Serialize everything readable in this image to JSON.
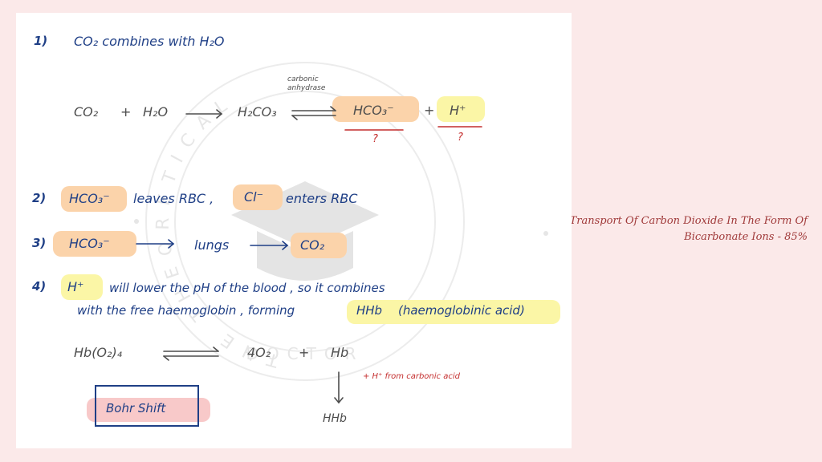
{
  "side_title": "Transport Of Carbon Dioxide In The Form Of Bicarbonate Ions - 85%",
  "watermark": {
    "top_text": "THE THEORETICAL",
    "bottom_text": "DOCTOR"
  },
  "step1": {
    "number": "1)",
    "text": "CO₂  combines  with  H₂O",
    "equation": {
      "co2": "CO₂",
      "plus1": "+",
      "h2o": "H₂O",
      "h2co3": "H₂CO₃",
      "enzyme": "carbonic anhydrase",
      "hco3": "HCO₃⁻",
      "plus2": "+",
      "h": "H⁺",
      "q1": "?",
      "q2": "?"
    }
  },
  "step2": {
    "number": "2)",
    "hco3": "HCO₃⁻",
    "leaves_rbc": "leaves  RBC ,",
    "cl": "Cl⁻",
    "enters_rbc": "enters  RBC"
  },
  "step3": {
    "number": "3)",
    "hco3": "HCO₃⁻",
    "lungs": "lungs",
    "co2": "CO₂"
  },
  "step4": {
    "number": "4)",
    "h": "H⁺",
    "line1": "will  lower  the  pH  of  the  blood ,  so  it  combines",
    "line2": "with  the  free  haemoglobin ,  forming",
    "hhb": "HHb",
    "acid": "(haemoglobinic  acid)"
  },
  "equation2": {
    "hbco2": "Hb(O₂)₄",
    "o2": "4O₂",
    "plus": "+",
    "hb": "Hb",
    "note": "+ H⁺ from carbonic acid",
    "hhb": "HHb"
  },
  "bohr": "Bohr  Shift"
}
